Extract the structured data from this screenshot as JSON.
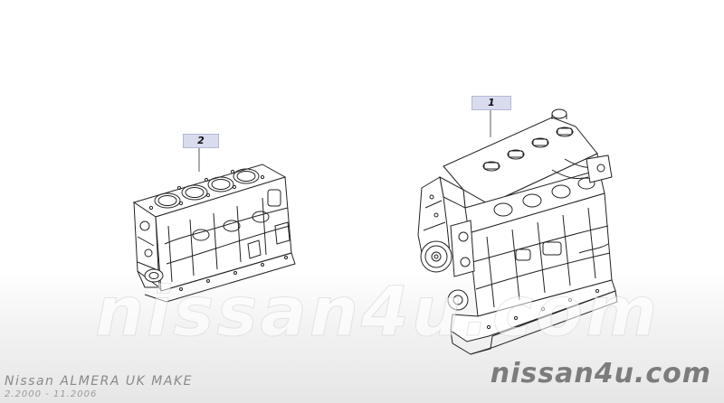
{
  "callouts": {
    "engine_assembly": "1",
    "short_block": "2"
  },
  "watermark": {
    "center_text": "nissan4u.com",
    "brand": "nissan4u.com"
  },
  "footer": {
    "model": "Nissan ALMERA UK MAKE",
    "dates": "2.2000 - 11.2006"
  }
}
